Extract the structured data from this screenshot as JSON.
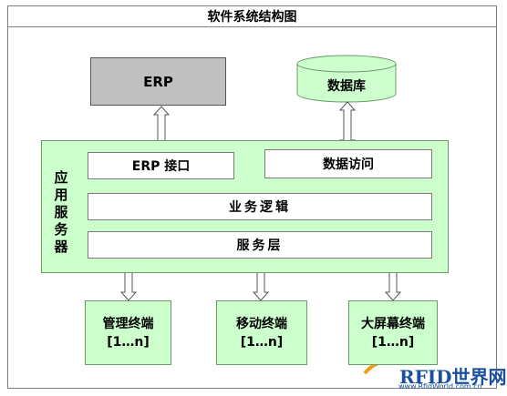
{
  "title": "软件系统结构图",
  "erp": "ERP",
  "database": "数据库",
  "server": {
    "label_chars": [
      "应",
      "用",
      "服",
      "务",
      "器"
    ]
  },
  "modules": {
    "erp_interface": "ERP 接口",
    "data_access": "数据访问",
    "business_logic": "业务逻辑",
    "service_layer": "服务层"
  },
  "terminals": [
    {
      "name": "管理终端",
      "range": "[1…n]"
    },
    {
      "name": "移动终端",
      "range": "[1…n]"
    },
    {
      "name": "大屏幕终端",
      "range": "[1…n]"
    }
  ],
  "watermark": {
    "logo": "RFID世界网",
    "url": "www.RfidWorld.com.cn"
  },
  "colors": {
    "green_fill": "#ccffcc",
    "gray_fill": "#c0c0c0",
    "arrow_fill": "#ffffff"
  }
}
